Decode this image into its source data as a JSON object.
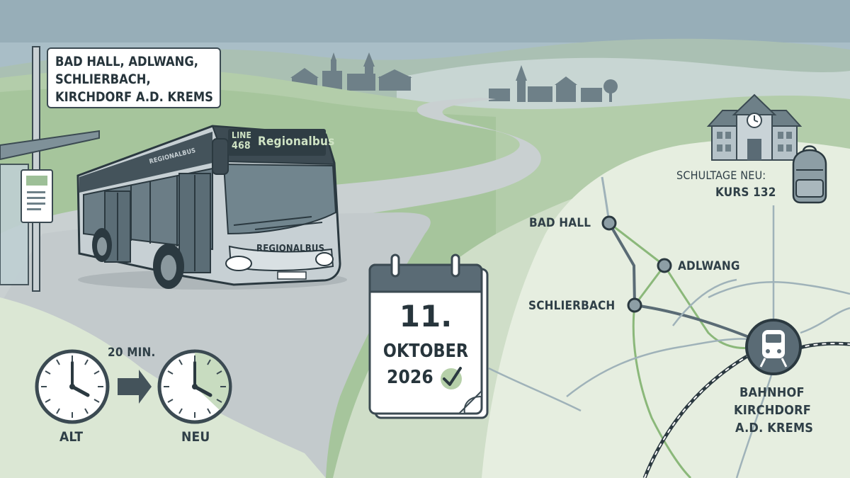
{
  "stop_sign": {
    "lines": [
      "BAD HALL, ADLWANG,",
      "SCHLIERBACH,",
      "KIRCHDORF A.D. KREMS"
    ]
  },
  "bus": {
    "line_label": "LINE",
    "line_number": "468",
    "destination": "Regionalbus",
    "side_text": "REGIONALBUS",
    "front_text": "REGIONALBUS"
  },
  "clocks": {
    "delta": "20 MIN.",
    "old_label": "ALT",
    "new_label": "NEU"
  },
  "calendar": {
    "day": "11.",
    "month": "OKTOBER",
    "year": "2026"
  },
  "school": {
    "heading": "SCHULTAGE NEU:",
    "course": "KURS 132"
  },
  "map": {
    "stations": [
      "BAD HALL",
      "ADLWANG",
      "SCHLIERBACH"
    ],
    "rail_station": [
      "BAHNHOF",
      "KIRCHDORF",
      "A.D. KREMS"
    ]
  },
  "colors": {
    "sky": "#9fb6c0",
    "hills": "#9dbf97",
    "meadow": "#dfe9d8",
    "ink": "#2f3f47",
    "route_green": "#8bb87a",
    "route_dark": "#5a6b75"
  }
}
